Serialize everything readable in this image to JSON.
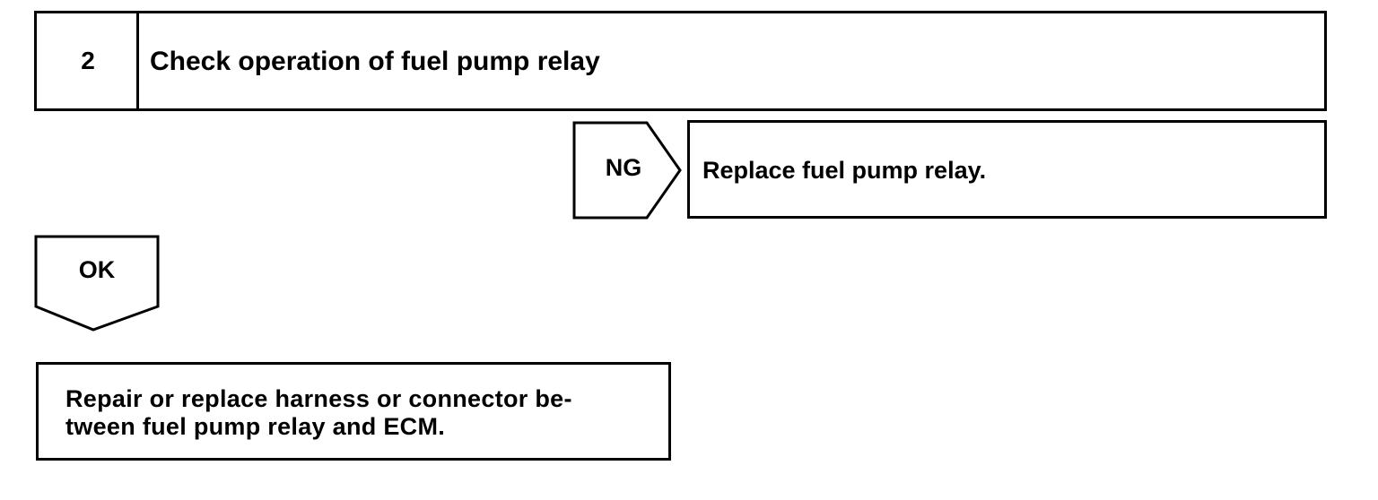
{
  "step": {
    "number": "2",
    "title": "Check operation of fuel pump relay"
  },
  "ng_branch": {
    "label": "NG",
    "action": "Replace fuel pump relay."
  },
  "ok_branch": {
    "label": "OK",
    "action_lines": [
      "Repair or replace harness or connector be-",
      "tween fuel pump relay and ECM."
    ]
  }
}
